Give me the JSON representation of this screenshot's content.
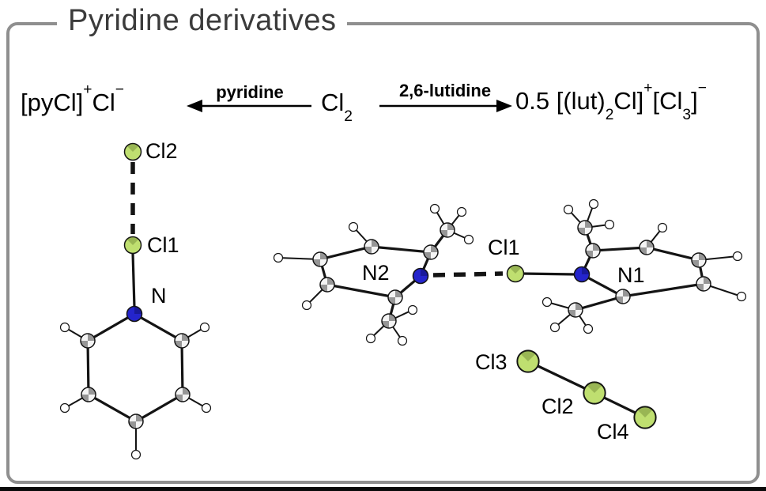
{
  "title": "Pyridine derivatives",
  "scheme": {
    "reactant": {
      "base": "Cl",
      "sub": "2"
    },
    "left": {
      "reagent": "pyridine"
    },
    "right": {
      "reagent": "2,6-lutidine"
    },
    "product_left": {
      "p1": "[pyCl]",
      "s1": "+",
      "p2": "Cl",
      "s2": "−"
    },
    "product_right": {
      "p1": "0.5 [(lut)",
      "s1": "2",
      "p2": "Cl]",
      "s2": "+",
      "p3": "[Cl",
      "s3": "3",
      "p4": "]",
      "s4": "−"
    }
  },
  "pyridinium": {
    "labels": {
      "cl2": "Cl2",
      "cl1": "Cl1",
      "n": "N"
    }
  },
  "lutidinium": {
    "labels": {
      "n2": "N2",
      "cl1": "Cl1",
      "n1": "N1"
    }
  },
  "trichloride": {
    "labels": {
      "cl3": "Cl3",
      "cl2": "Cl2",
      "cl4": "Cl4"
    }
  },
  "colors": {
    "chlorine": "#bfdf70",
    "nitrogen": "#2424cc",
    "carbon": "#f4f4f4",
    "hydrogen": "#ffffff",
    "frame": "#8f8f8f",
    "text": "#000000"
  }
}
